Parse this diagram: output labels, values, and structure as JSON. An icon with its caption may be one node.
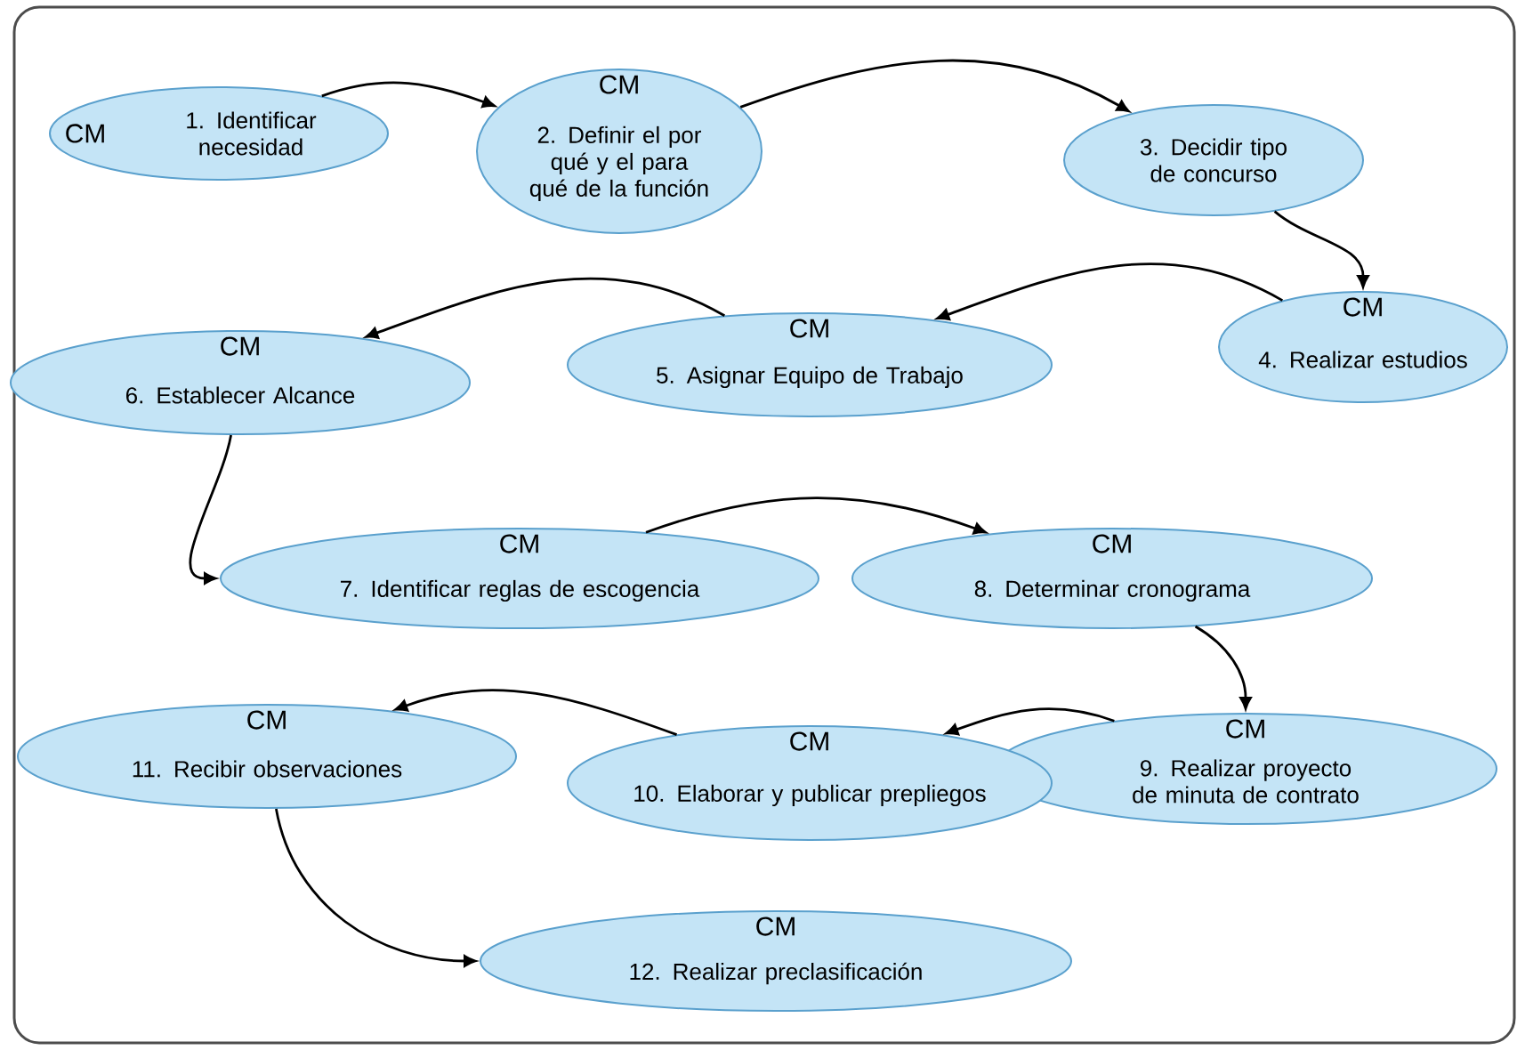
{
  "diagram": {
    "nodes": [
      {
        "text": [
          "CM",
          "1. Identificar necesidad"
        ]
      },
      {
        "text": [
          "CM",
          "2. Definir el por qué y el para qué de la función"
        ]
      },
      {
        "text": [
          "3. Decidir tipo de concurso"
        ]
      },
      {
        "text": [
          "CM",
          "4. Realizar estudios"
        ]
      },
      {
        "text": [
          "CM",
          "5. Asignar Equipo de Trabajo"
        ]
      },
      {
        "text": [
          "CM",
          "6. Establecer Alcance"
        ]
      },
      {
        "text": [
          "CM",
          "7. Identificar reglas de escogencia"
        ]
      },
      {
        "text": [
          "CM",
          "8. Determinar cronograma"
        ]
      },
      {
        "text": [
          "CM",
          "9. Realizar proyecto de minuta de contrato"
        ]
      },
      {
        "text": [
          "CM",
          "10. Elaborar y publicar prepliegos"
        ]
      },
      {
        "text": [
          "CM",
          "11. Recibir observaciones"
        ]
      },
      {
        "text": [
          "CM",
          "12. Realizar preclasificación"
        ]
      }
    ],
    "edges": [
      {
        "from": 0,
        "to": 1,
        "arrow": "to"
      },
      {
        "from": 1,
        "to": 2,
        "arrow": "to"
      },
      {
        "from": 2,
        "to": 3,
        "arrow": "to"
      },
      {
        "from": 3,
        "to": 4,
        "arrow": "to"
      },
      {
        "from": 4,
        "to": 5,
        "arrow": "to"
      },
      {
        "from": 5,
        "to": 6,
        "arrow": "to"
      },
      {
        "from": 6,
        "to": 7,
        "arrow": "to"
      },
      {
        "from": 7,
        "to": 8,
        "arrow": "to"
      },
      {
        "from": 8,
        "to": 9,
        "arrow": "to"
      },
      {
        "from": 9,
        "to": 10,
        "arrow": "to"
      },
      {
        "from": 10,
        "to": 11,
        "arrow": "to"
      }
    ]
  }
}
